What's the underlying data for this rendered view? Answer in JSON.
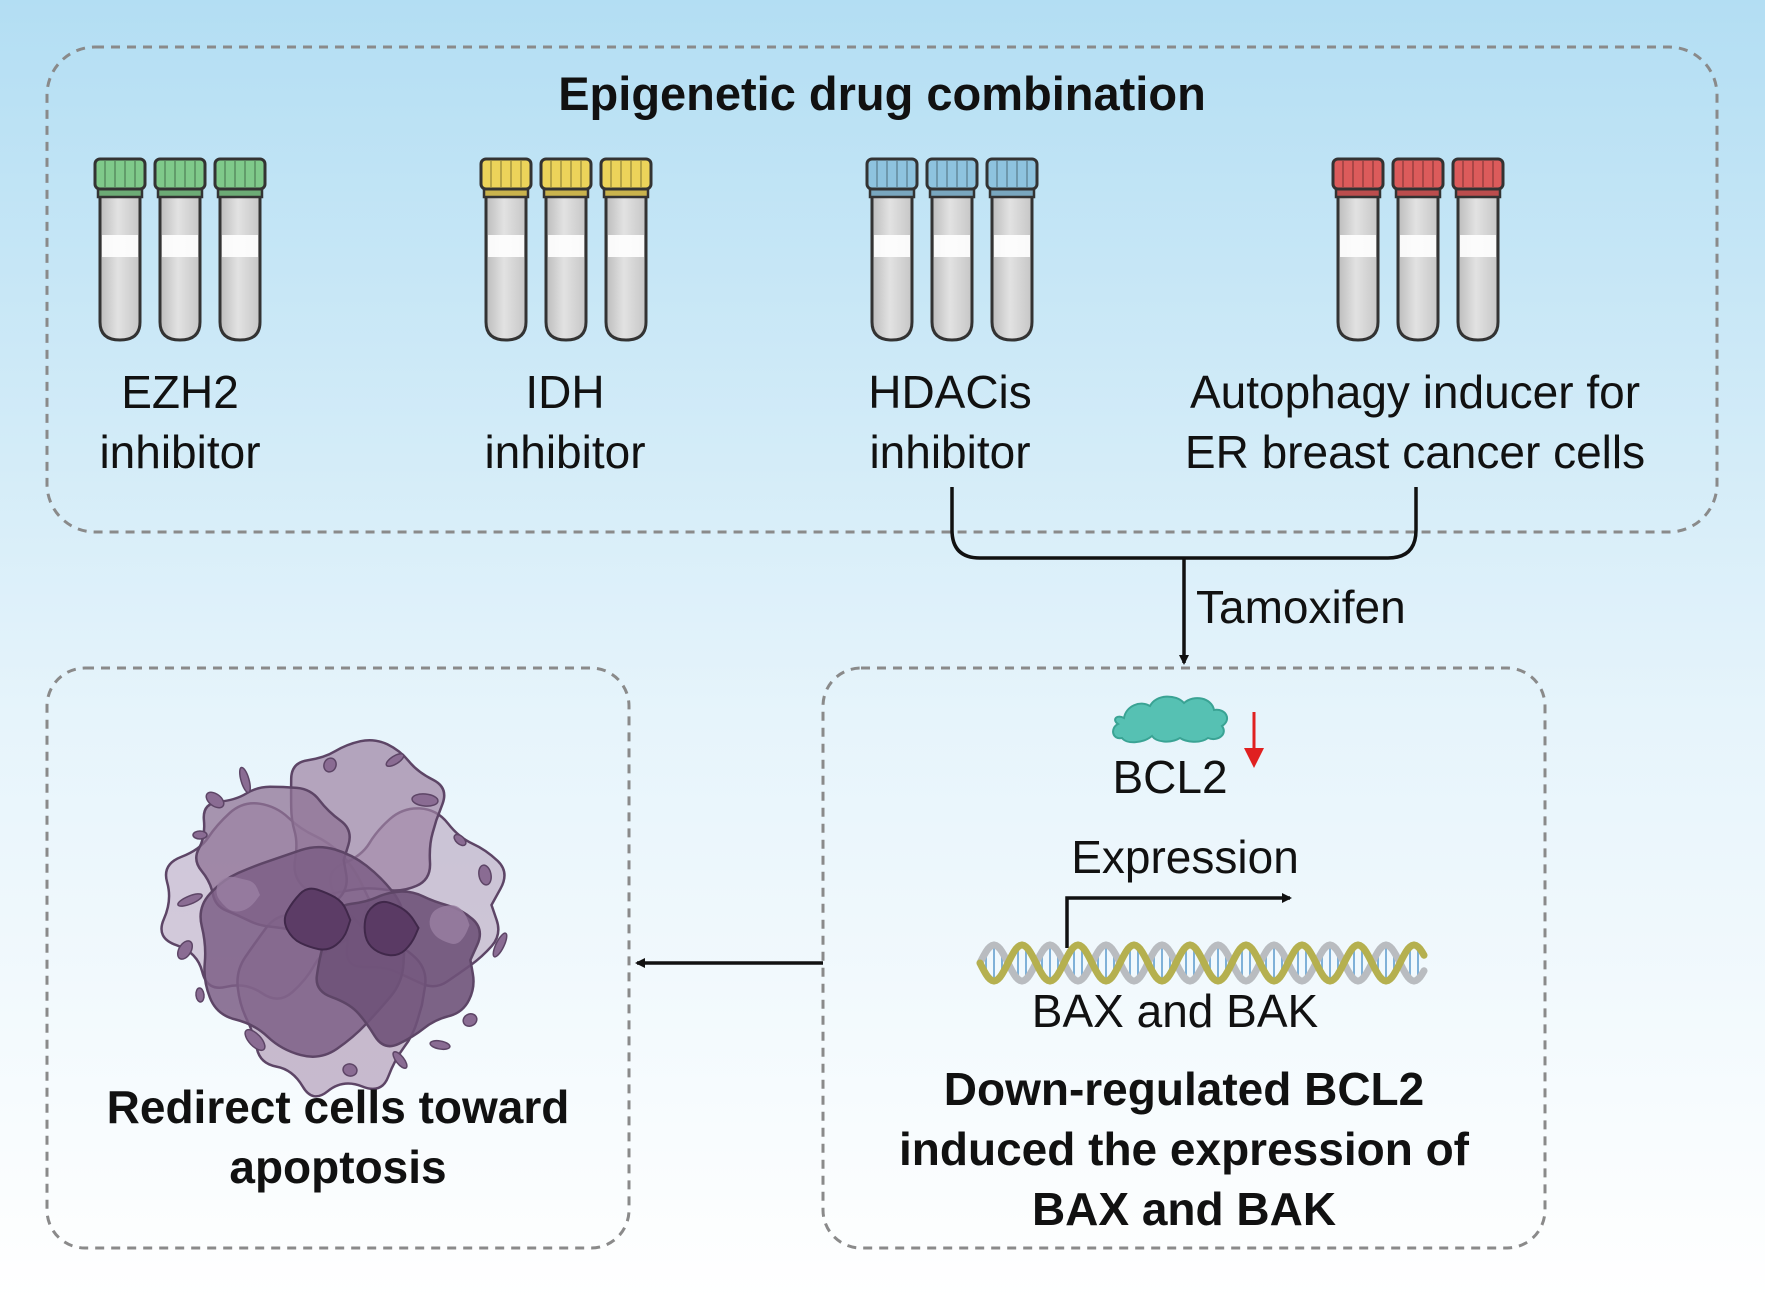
{
  "panel_title": "Epigenetic drug combination",
  "drugs": [
    {
      "name": "EZH2",
      "type": "inhibitor",
      "cap_color": "#7fc98a"
    },
    {
      "name": "IDH",
      "type": "inhibitor",
      "cap_color": "#ecd35a"
    },
    {
      "name": "HDACis",
      "type": "inhibitor",
      "cap_color": "#8ec3df"
    },
    {
      "name": "Autophagy inducer for",
      "type": "ER breast cancer cells",
      "cap_color": "#dc5b5b"
    }
  ],
  "arrow_label": "Tamoxifen",
  "mechanism": {
    "protein": "BCL2",
    "protein_trend": "down",
    "expression_label": "Expression",
    "genes_label": "BAX and BAK",
    "caption_lines": [
      "Down-regulated BCL2",
      "induced the expression of",
      "BAX and BAK"
    ]
  },
  "outcome": {
    "caption_lines": [
      "Redirect cells toward",
      "apoptosis"
    ]
  },
  "colors": {
    "background_top": "#b3def3",
    "background_bottom": "#ffffff",
    "dashed_border": "#8a8a8a",
    "down_arrow": "#e02020",
    "protein": "#56c1b3",
    "dna_strand_1": "#b5b04f",
    "dna_strand_2": "#b9bcc0",
    "cell_fill": "#7c5f86"
  }
}
